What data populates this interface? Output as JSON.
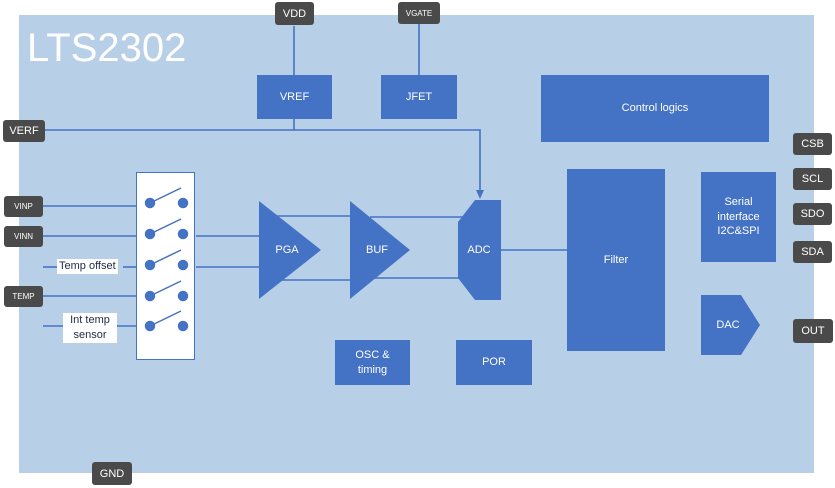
{
  "title": "LTS2302",
  "blocks": {
    "vref": "VREF",
    "jfet": "JFET",
    "control": "Control logics",
    "pga": "PGA",
    "buf": "BUF",
    "adc": "ADC",
    "filter": "Filter",
    "serial": "Serial interface I2C&SPI",
    "dac": "DAC",
    "osc": "OSC & timing",
    "por": "POR"
  },
  "pins": {
    "vdd": "VDD",
    "vgate": "VGATE",
    "verf": "VERF",
    "vinp": "VINP",
    "vinn": "VINN",
    "temp": "TEMP",
    "gnd": "GND",
    "csb": "CSB",
    "scl": "SCL",
    "sdo": "SDO",
    "sda": "SDA",
    "out": "OUT"
  },
  "labels": {
    "temp_offset": "Temp offset",
    "int_temp": "Int temp sensor"
  },
  "colors": {
    "block": "#4472c4",
    "chip": "#b8cfe8",
    "pin": "#4a4a4a",
    "line": "#4472c4"
  }
}
